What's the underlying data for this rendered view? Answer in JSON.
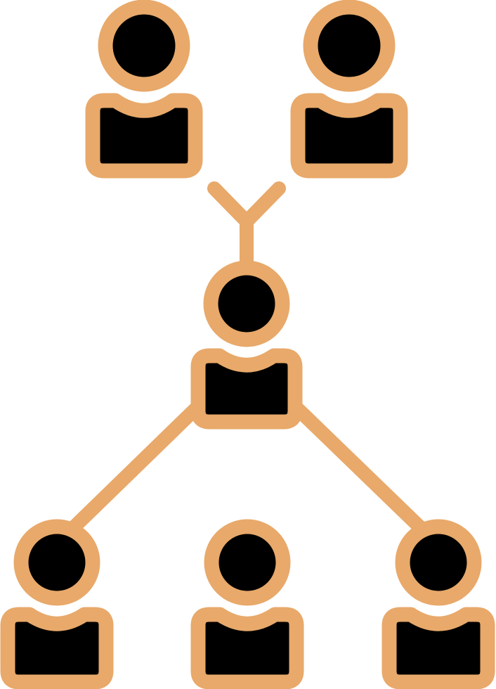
{
  "icon": "team-hierarchy-icon",
  "colors": {
    "outline": "#E8A96A",
    "fill": "#000000",
    "background": "#ffffff"
  },
  "people": [
    {
      "id": "top-left",
      "tier": "top"
    },
    {
      "id": "top-right",
      "tier": "top"
    },
    {
      "id": "center",
      "tier": "middle"
    },
    {
      "id": "bottom-left",
      "tier": "bottom"
    },
    {
      "id": "bottom-middle",
      "tier": "bottom"
    },
    {
      "id": "bottom-right",
      "tier": "bottom"
    }
  ],
  "connections": [
    {
      "from": "top-left",
      "to": "center"
    },
    {
      "from": "top-right",
      "to": "center"
    },
    {
      "from": "center",
      "to": "bottom-left"
    },
    {
      "from": "center",
      "to": "bottom-right"
    }
  ]
}
